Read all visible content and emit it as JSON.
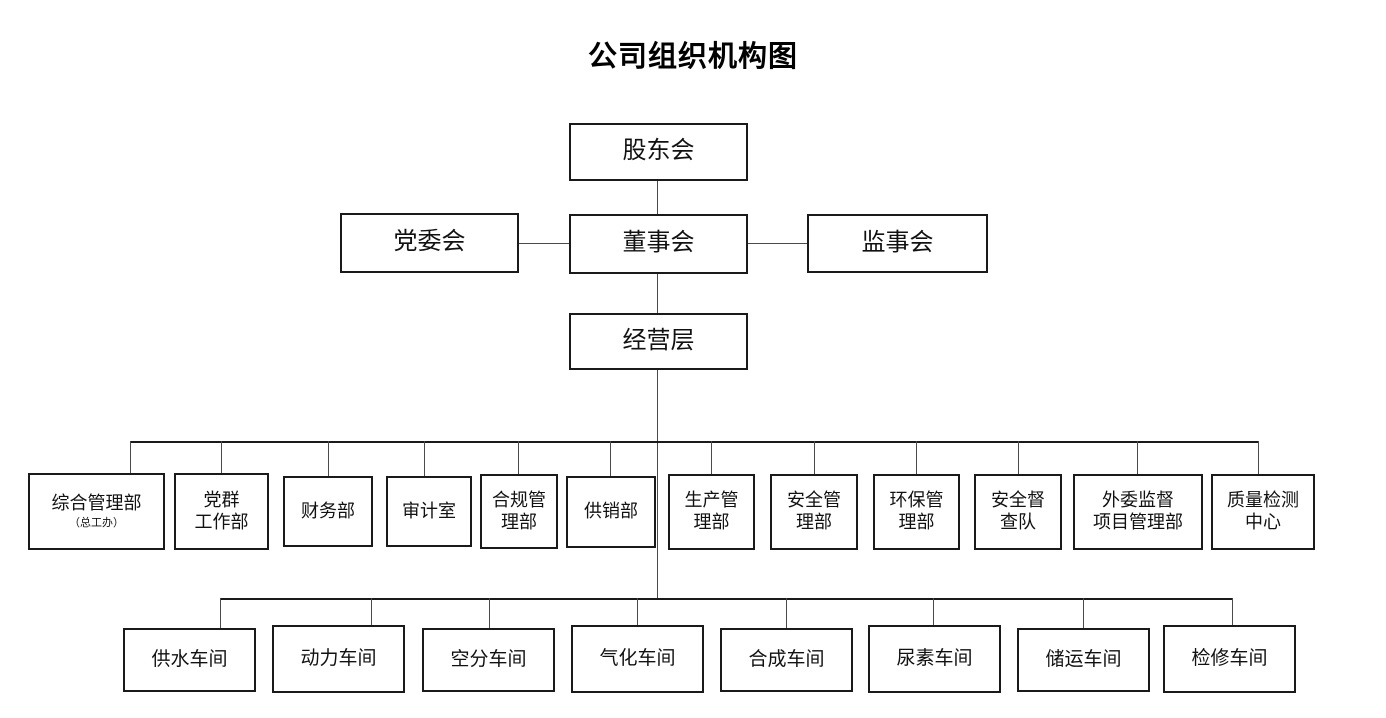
{
  "title": "公司组织机构图",
  "chart_data": {
    "type": "diagram",
    "diagram_kind": "organization-chart",
    "title": "公司组织机构图",
    "orientation": "top-down",
    "tiers": [
      {
        "name": "governance",
        "nodes": [
          "股东会",
          "董事会",
          "党委会",
          "监事会",
          "经营层"
        ]
      },
      {
        "name": "departments",
        "nodes": [
          "综合管理部（总工办）",
          "党群工作部",
          "财务部",
          "审计室",
          "合规管理部",
          "供销部",
          "生产管理部",
          "安全管理部",
          "环保管理部",
          "安全督查队",
          "外委监督项目管理部",
          "质量检测中心"
        ]
      },
      {
        "name": "workshops",
        "nodes": [
          "供水车间",
          "动力车间",
          "空分车间",
          "气化车间",
          "合成车间",
          "尿素车间",
          "储运车间",
          "检修车间"
        ]
      }
    ],
    "edges": [
      {
        "from": "股东会",
        "to": "董事会"
      },
      {
        "from": "党委会",
        "to": "董事会"
      },
      {
        "from": "董事会",
        "to": "监事会"
      },
      {
        "from": "董事会",
        "to": "经营层"
      },
      {
        "from": "经营层",
        "to": "departments"
      },
      {
        "from": "经营层",
        "to": "workshops"
      }
    ]
  },
  "governance": {
    "shareholders": {
      "label": "股东会"
    },
    "party_committee": {
      "label": "党委会"
    },
    "board": {
      "label": "董事会"
    },
    "supervisors": {
      "label": "监事会"
    },
    "management": {
      "label": "经营层"
    }
  },
  "departments": [
    {
      "label": "综合管理部",
      "sublabel": "（总工办）"
    },
    {
      "label": "党群\n工作部",
      "sublabel": ""
    },
    {
      "label": "财务部",
      "sublabel": ""
    },
    {
      "label": "审计室",
      "sublabel": ""
    },
    {
      "label": "合规管\n理部",
      "sublabel": ""
    },
    {
      "label": "供销部",
      "sublabel": ""
    },
    {
      "label": "生产管\n理部",
      "sublabel": ""
    },
    {
      "label": "安全管\n理部",
      "sublabel": ""
    },
    {
      "label": "环保管\n理部",
      "sublabel": ""
    },
    {
      "label": "安全督\n查队",
      "sublabel": ""
    },
    {
      "label": "外委监督\n项目管理部",
      "sublabel": ""
    },
    {
      "label": "质量检测\n中心",
      "sublabel": ""
    }
  ],
  "workshops": [
    {
      "label": "供水车间"
    },
    {
      "label": "动力车间"
    },
    {
      "label": "空分车间"
    },
    {
      "label": "气化车间"
    },
    {
      "label": "合成车间"
    },
    {
      "label": "尿素车间"
    },
    {
      "label": "储运车间"
    },
    {
      "label": "检修车间"
    }
  ],
  "colors": {
    "background": "#ffffff",
    "box_border": "#1a1a1a",
    "text": "#111111",
    "connector": "#4a4a4a"
  }
}
